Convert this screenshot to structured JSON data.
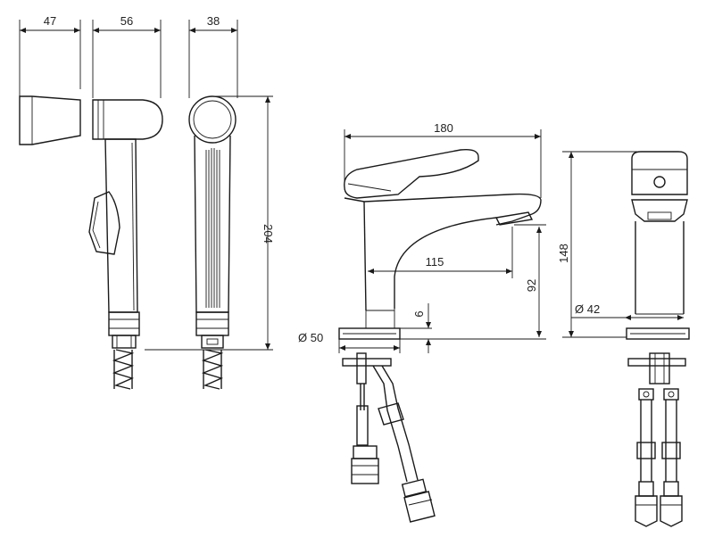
{
  "dimensions": {
    "shower_holder_depth": "47",
    "shower_head_depth": "56",
    "shower_head_width": "38",
    "shower_length": "204",
    "faucet_reach_total": "180",
    "spout_reach": "115",
    "spout_height": "92",
    "base_thickness": "6",
    "base_diameter": "Ø 50",
    "body_diameter": "Ø 42",
    "faucet_height": "148"
  },
  "colors": {
    "line": "#1a1a1a",
    "background": "#ffffff"
  }
}
